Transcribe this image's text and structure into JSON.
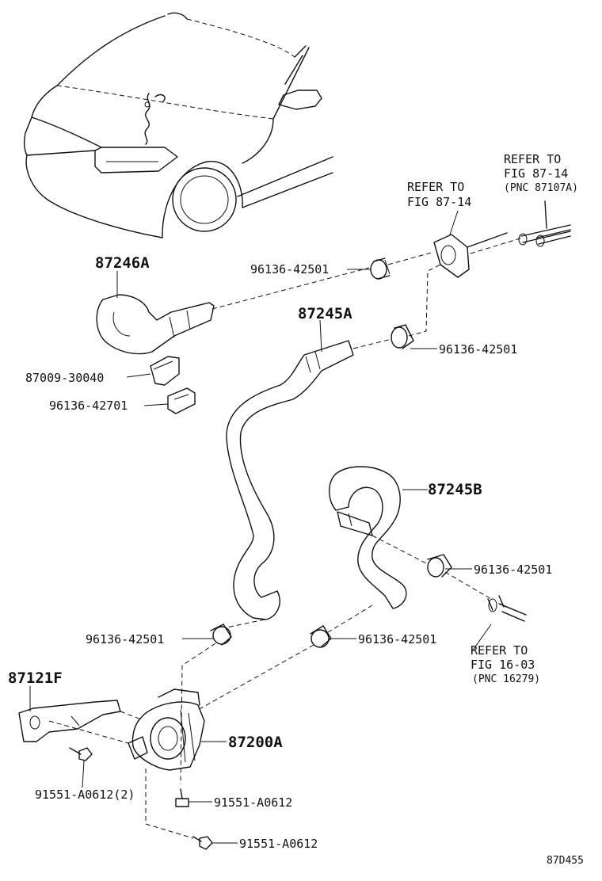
{
  "diagram": {
    "labels": {
      "p87246A": "87246A",
      "p87245A": "87245A",
      "p87245B": "87245B",
      "p87121F": "87121F",
      "p87200A": "87200A",
      "p87009": "87009-30040",
      "p96136_42701": "96136-42701",
      "clamp_top": "96136-42501",
      "clamp_right": "96136-42501",
      "clamp_mid": "96136-42501",
      "clamp_bl": "96136-42501",
      "clamp_br": "96136-42501",
      "bolt_2": "91551-A0612(2)",
      "bolt_a": "91551-A0612",
      "bolt_b": "91551-A0612"
    },
    "refer_top_right": {
      "line1": "REFER TO",
      "line2": "FIG 87-14",
      "line3": "(PNC 87107A)"
    },
    "refer_top_mid": {
      "line1": "REFER TO",
      "line2": "FIG 87-14"
    },
    "refer_bottom": {
      "line1": "REFER TO",
      "line2": "FIG 16-03",
      "line3": "(PNC 16279)"
    },
    "code": "87D455"
  }
}
